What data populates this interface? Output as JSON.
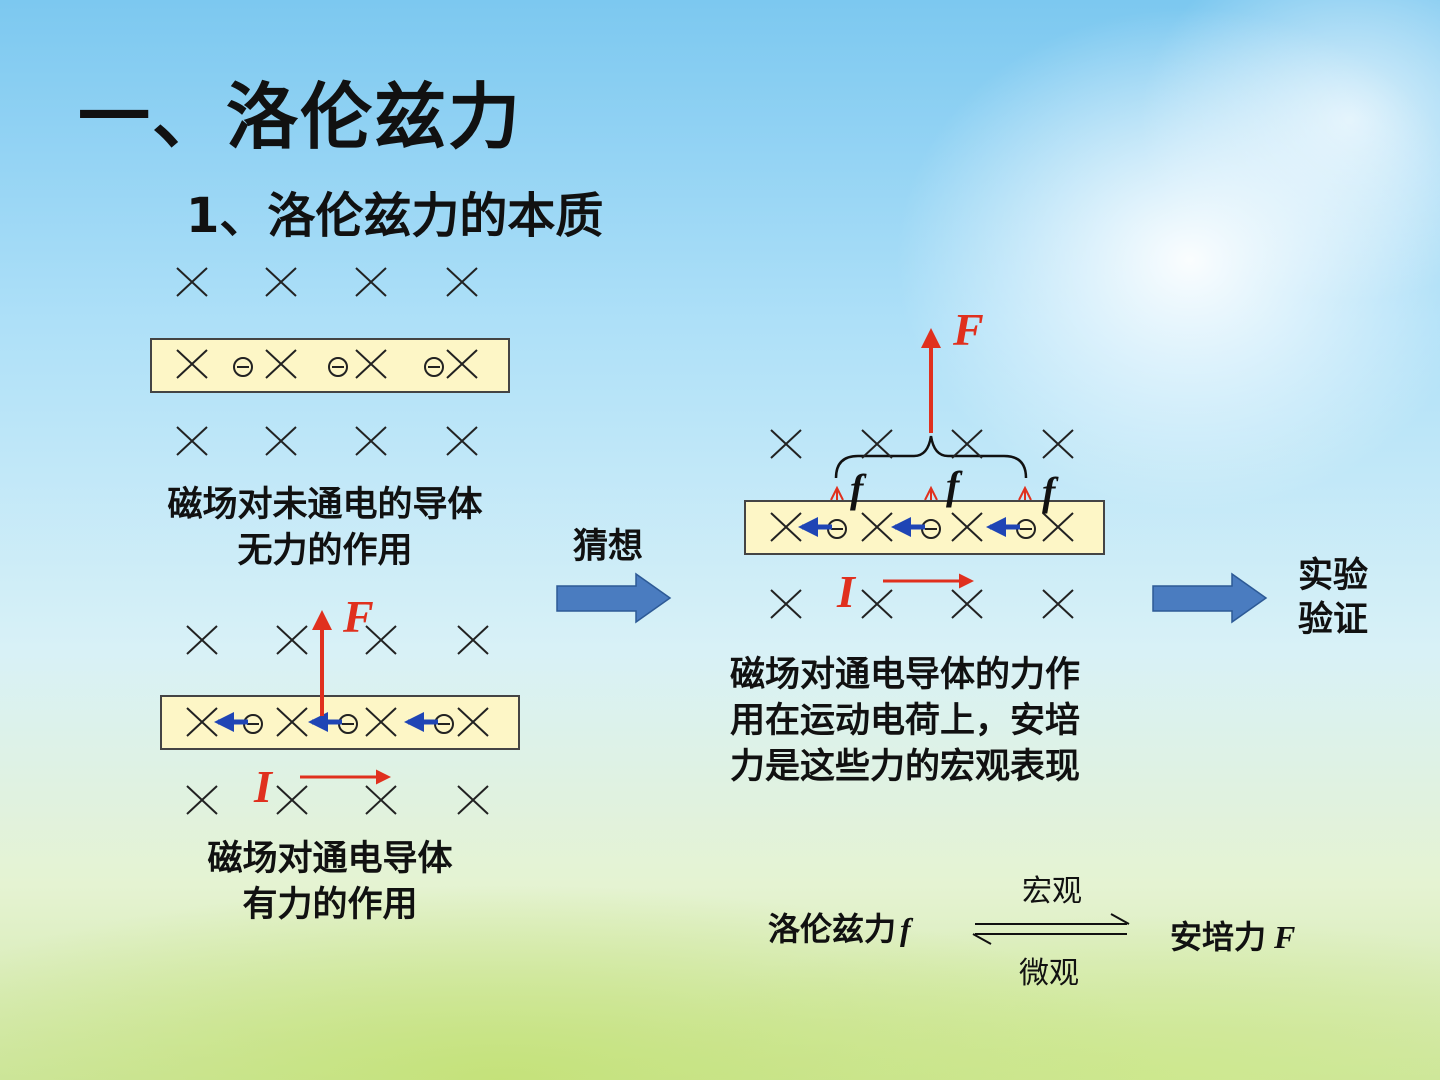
{
  "heading": {
    "title": "一、洛伦兹力",
    "subtitle": "1、洛伦兹力的本质"
  },
  "panels": {
    "no_current": {
      "caption_line1": "磁场对未通电的导体",
      "caption_line2": "无力的作用"
    },
    "with_current": {
      "caption_line1": "磁场对通电导体",
      "caption_line2": "有力的作用",
      "force_label": "F",
      "current_label": "I"
    },
    "hypothesis": {
      "caption_line1": "磁场对通电导体的力作",
      "caption_line2": "用在运动电荷上，安培",
      "caption_line3": "力是这些力的宏观表现",
      "force_label": "F",
      "sub_force_label": "f",
      "current_label": "I"
    }
  },
  "flow": {
    "guess_label": "猜想",
    "verify_line1": "实验",
    "verify_line2": "验证"
  },
  "relation": {
    "left_text": "洛伦兹力",
    "left_symbol": "f",
    "right_text": "安培力",
    "right_symbol": "F",
    "top_label": "宏观",
    "bottom_label": "微观"
  },
  "colors": {
    "force": "#e0301e",
    "electron_velocity": "#1f45b5",
    "conductor_fill": "#fdf6c6",
    "flow_arrow": "#4a7cc0"
  }
}
